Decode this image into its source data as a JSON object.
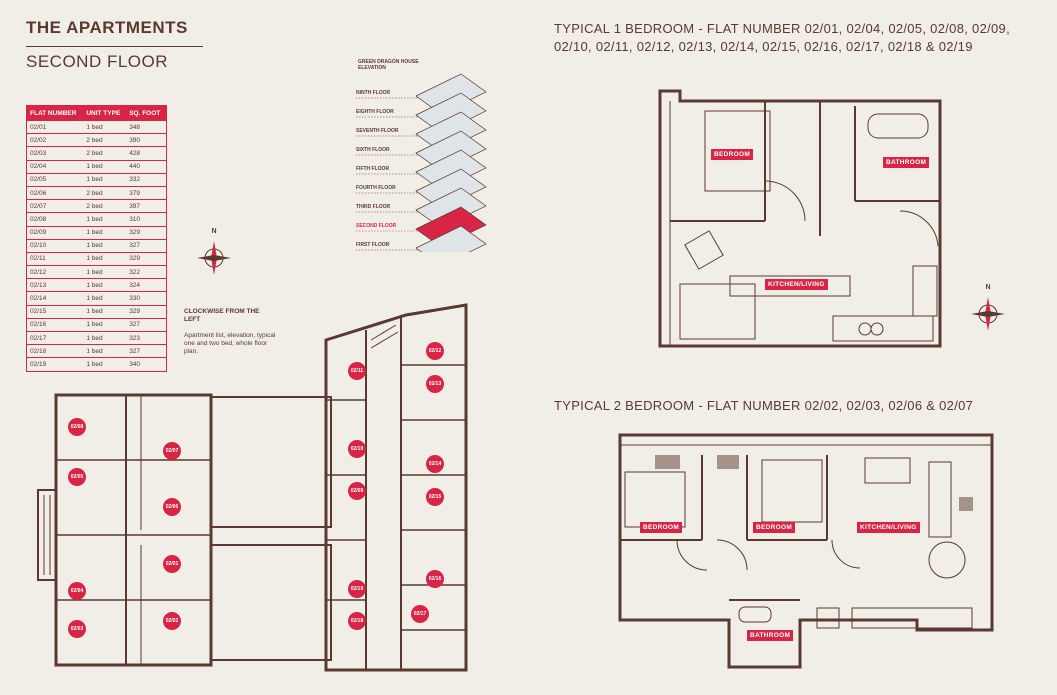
{
  "header": {
    "title": "THE APARTMENTS",
    "subtitle": "SECOND FLOOR"
  },
  "flat_table": {
    "columns": [
      "FLAT NUMBER",
      "UNIT TYPE",
      "SQ. FOOT"
    ],
    "rows": [
      [
        "02/01",
        "1 bed",
        "348"
      ],
      [
        "02/02",
        "2 bed",
        "390"
      ],
      [
        "02/03",
        "2 bed",
        "428"
      ],
      [
        "02/04",
        "1 bed",
        "440"
      ],
      [
        "02/05",
        "1 bed",
        "332"
      ],
      [
        "02/06",
        "2 bed",
        "379"
      ],
      [
        "02/07",
        "2 bed",
        "397"
      ],
      [
        "02/08",
        "1 bed",
        "310"
      ],
      [
        "02/09",
        "1 bed",
        "329"
      ],
      [
        "02/10",
        "1 bed",
        "327"
      ],
      [
        "02/11",
        "1 bed",
        "329"
      ],
      [
        "02/12",
        "1 bed",
        "322"
      ],
      [
        "02/13",
        "1 bed",
        "324"
      ],
      [
        "02/14",
        "1 bed",
        "330"
      ],
      [
        "02/15",
        "1 bed",
        "329"
      ],
      [
        "02/16",
        "1 bed",
        "327"
      ],
      [
        "02/17",
        "1 bed",
        "323"
      ],
      [
        "02/18",
        "1 bed",
        "327"
      ],
      [
        "02/19",
        "1 bed",
        "340"
      ]
    ]
  },
  "elevation": {
    "title_line1": "GREEN DRAGON HOUSE",
    "title_line2": "ELEVATION",
    "floors": [
      "NINTH FLOOR",
      "EIGHTH FLOOR",
      "SEVENTH FLOOR",
      "SIXTH FLOOR",
      "FIFTH FLOOR",
      "FOURTH FLOOR",
      "THIRD FLOOR",
      "SECOND FLOOR",
      "FIRST FLOOR"
    ],
    "active_floor": "SECOND FLOOR",
    "active_color": "#d82545"
  },
  "compass": {
    "label": "N"
  },
  "note": {
    "heading": "CLOCKWISE FROM THE LEFT",
    "body": "Apartment list, elevation, typical one and two bed, whole floor plan."
  },
  "typical_one": {
    "heading": "TYPICAL 1 BEDROOM - FLAT NUMBER 02/01, 02/04, 02/05, 02/08, 02/09, 02/10, 02/11, 02/12, 02/13, 02/14, 02/15, 02/16, 02/17, 02/18 & 02/19",
    "rooms": {
      "bedroom": "BEDROOM",
      "bathroom": "BATHROOM",
      "kitchen": "KITCHEN/LIVING"
    }
  },
  "typical_two": {
    "heading": "TYPICAL 2 BEDROOM - FLAT NUMBER 02/02, 02/03, 02/06 & 02/07",
    "rooms": {
      "bedroom1": "BEDROOM",
      "bedroom2": "BEDROOM",
      "kitchen": "KITCHEN/LIVING",
      "bathroom": "BATHROOM"
    }
  },
  "floor_plan": {
    "flats": [
      "02/01",
      "02/02",
      "02/03",
      "02/04",
      "02/05",
      "02/06",
      "02/07",
      "02/08",
      "02/09",
      "02/10",
      "02/11",
      "02/12",
      "02/13",
      "02/14",
      "02/15",
      "02/16",
      "02/17",
      "02/18",
      "02/19"
    ]
  },
  "colors": {
    "accent": "#d82545",
    "ink": "#5a3a30",
    "paper": "#f1ede7"
  }
}
